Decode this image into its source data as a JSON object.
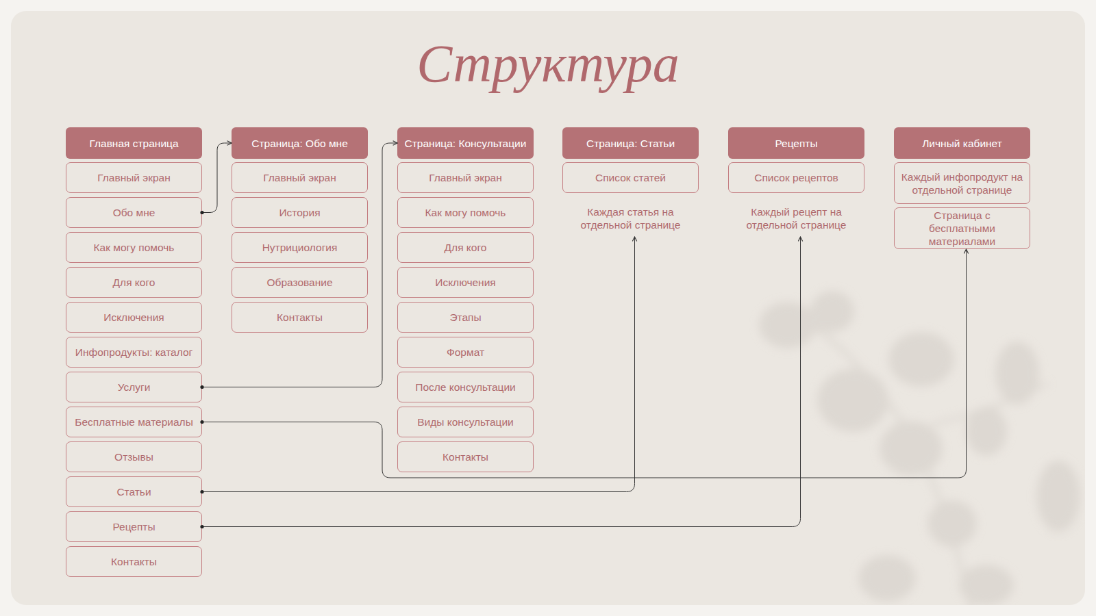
{
  "diagram": {
    "title": "Структура",
    "nodes": [
      {
        "text": [
          "Главная страница"
        ]
      },
      {
        "text": [
          "Главный экран"
        ]
      },
      {
        "text": [
          "Обо мне"
        ]
      },
      {
        "text": [
          "Как могу помочь"
        ]
      },
      {
        "text": [
          "Для кого"
        ]
      },
      {
        "text": [
          "Исключения"
        ]
      },
      {
        "text": [
          "Инфопродукты: каталог"
        ]
      },
      {
        "text": [
          "Услуги"
        ]
      },
      {
        "text": [
          "Бесплатные материалы"
        ]
      },
      {
        "text": [
          "Отзывы"
        ]
      },
      {
        "text": [
          "Статьи"
        ]
      },
      {
        "text": [
          "Рецепты"
        ]
      },
      {
        "text": [
          "Контакты"
        ]
      },
      {
        "text": [
          "Страница: Обо мне"
        ]
      },
      {
        "text": [
          "Главный экран"
        ]
      },
      {
        "text": [
          "История"
        ]
      },
      {
        "text": [
          "Нутрициология"
        ]
      },
      {
        "text": [
          "Образование"
        ]
      },
      {
        "text": [
          "Контакты"
        ]
      },
      {
        "text": [
          "Страница: Консультации"
        ]
      },
      {
        "text": [
          "Главный экран"
        ]
      },
      {
        "text": [
          "Как могу помочь"
        ]
      },
      {
        "text": [
          "Для кого"
        ]
      },
      {
        "text": [
          "Исключения"
        ]
      },
      {
        "text": [
          "Этапы"
        ]
      },
      {
        "text": [
          "Формат"
        ]
      },
      {
        "text": [
          "После консультации"
        ]
      },
      {
        "text": [
          "Виды консультации"
        ]
      },
      {
        "text": [
          "Контакты"
        ]
      },
      {
        "text": [
          "Страница: Статьи"
        ]
      },
      {
        "text": [
          "Список статей"
        ]
      },
      {
        "text": [
          "Каждая статья на отдельной странице"
        ]
      },
      {
        "text": [
          "Рецепты"
        ]
      },
      {
        "text": [
          "Список рецептов"
        ]
      },
      {
        "text": [
          "Каждый рецепт на отдельной странице"
        ]
      },
      {
        "text": [
          "Личный кабинет"
        ]
      },
      {
        "text": [
          "Каждый инфопродукт на отдельной странице"
        ]
      },
      {
        "text": [
          "Страница с бесплатными материалами"
        ]
      }
    ],
    "edges": [
      {
        "from": 2,
        "to": 13,
        "arrow": "to"
      },
      {
        "from": 7,
        "to": 19,
        "arrow": "to"
      },
      {
        "from": 8,
        "to": 37,
        "arrow": "to"
      },
      {
        "from": 10,
        "to": 31,
        "arrow": "to"
      },
      {
        "from": 11,
        "to": 34,
        "arrow": "to"
      }
    ]
  }
}
